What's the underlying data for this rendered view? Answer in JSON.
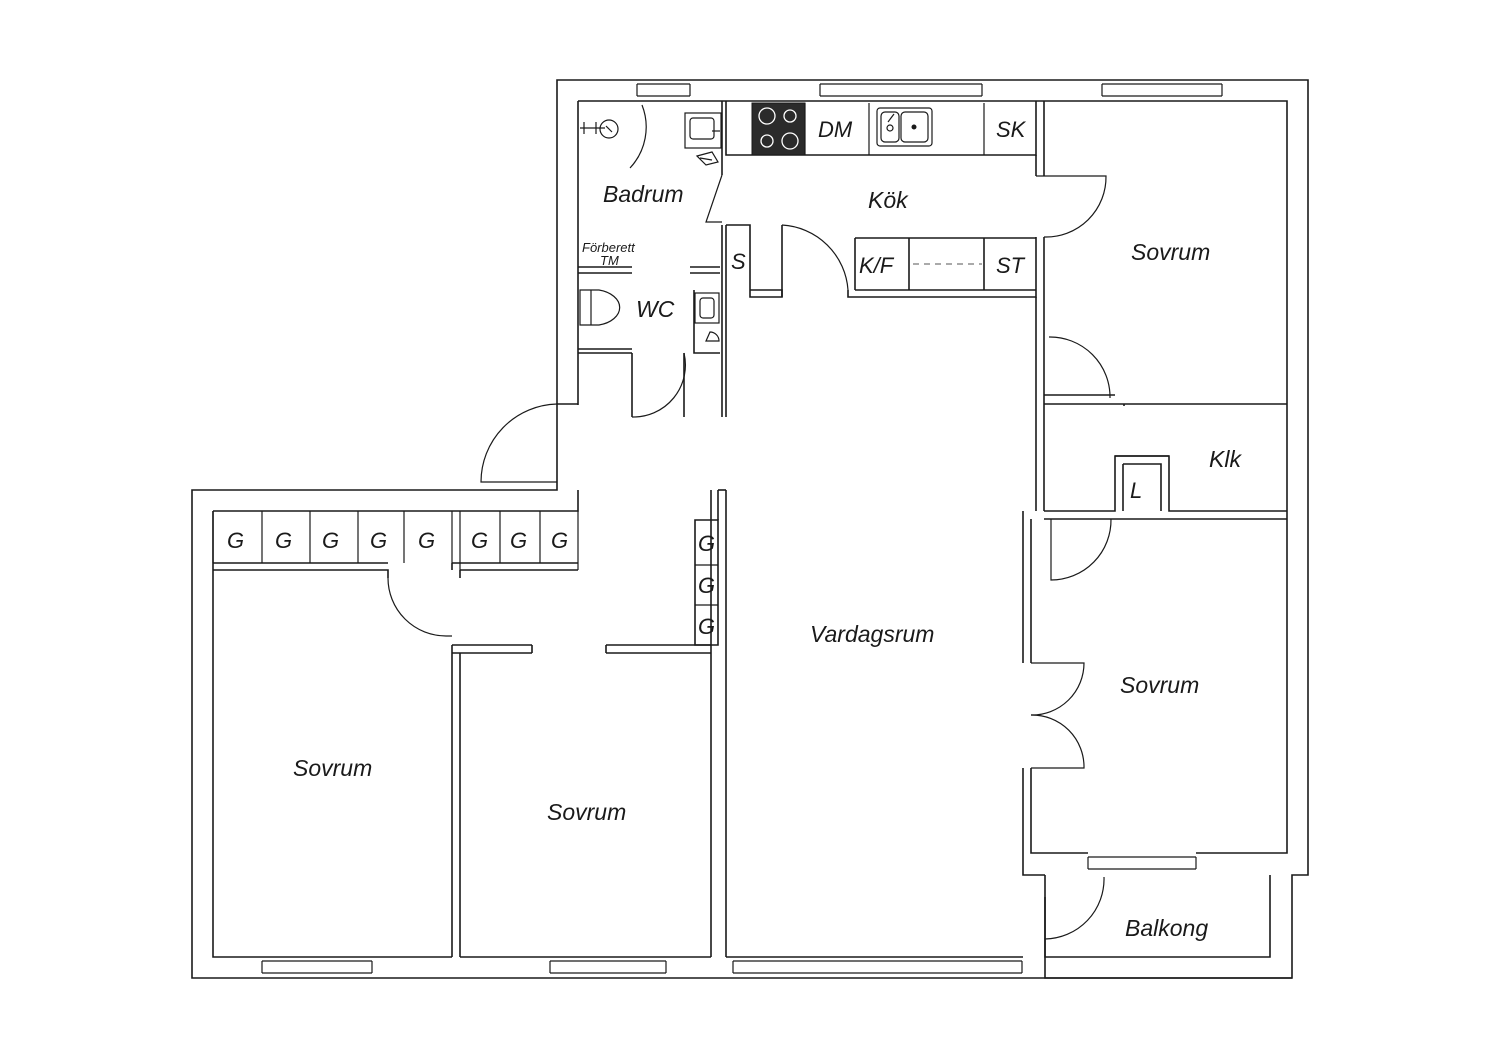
{
  "rooms": {
    "badrum": "Badrum",
    "kok": "Kök",
    "wc": "WC",
    "forberett_1": "Förberett",
    "forberett_2": "TM",
    "sovrum_ne": "Sovrum",
    "klk": "Klk",
    "sovrum_e": "Sovrum",
    "vardagsrum": "Vardagsrum",
    "sovrum_sw": "Sovrum",
    "sovrum_s": "Sovrum",
    "balkong": "Balkong"
  },
  "fixtures": {
    "dm": "DM",
    "sk": "SK",
    "s": "S",
    "kf": "K/F",
    "st": "ST",
    "l": "L",
    "g": "G"
  },
  "colors": {
    "stroke": "#1a1a1a",
    "stove": "#2b2b2b"
  }
}
